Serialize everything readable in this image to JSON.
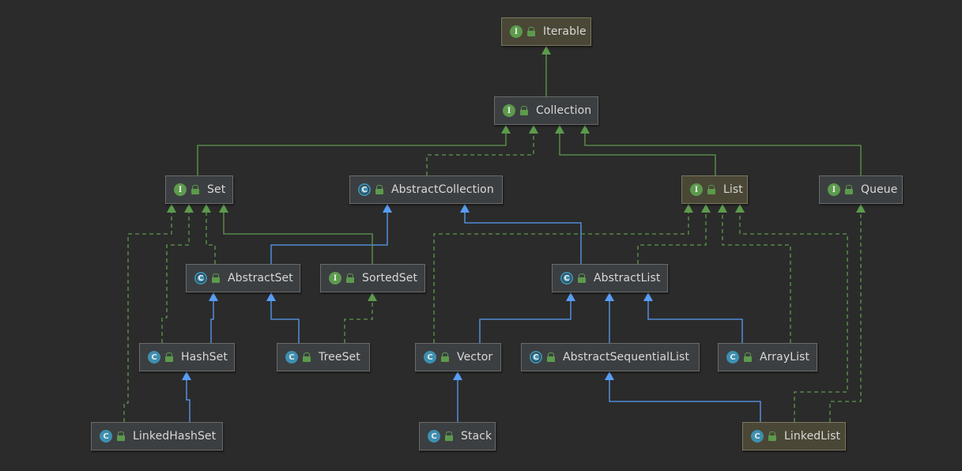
{
  "diagram": {
    "nodes": [
      {
        "id": "iterable",
        "name": "Iterable",
        "kind": "interface",
        "highlighted": true
      },
      {
        "id": "collection",
        "name": "Collection",
        "kind": "interface",
        "highlighted": false
      },
      {
        "id": "set",
        "name": "Set",
        "kind": "interface",
        "highlighted": false
      },
      {
        "id": "abstractcollection",
        "name": "AbstractCollection",
        "kind": "abstract",
        "highlighted": false
      },
      {
        "id": "list",
        "name": "List",
        "kind": "interface",
        "highlighted": true
      },
      {
        "id": "queue",
        "name": "Queue",
        "kind": "interface",
        "highlighted": false
      },
      {
        "id": "abstractset",
        "name": "AbstractSet",
        "kind": "abstract",
        "highlighted": false
      },
      {
        "id": "sortedset",
        "name": "SortedSet",
        "kind": "interface",
        "highlighted": false
      },
      {
        "id": "abstractlist",
        "name": "AbstractList",
        "kind": "abstract",
        "highlighted": false
      },
      {
        "id": "hashset",
        "name": "HashSet",
        "kind": "class",
        "highlighted": false
      },
      {
        "id": "treeset",
        "name": "TreeSet",
        "kind": "class",
        "highlighted": false
      },
      {
        "id": "vector",
        "name": "Vector",
        "kind": "class",
        "highlighted": false
      },
      {
        "id": "abstractsequentiallist",
        "name": "AbstractSequentialList",
        "kind": "abstract",
        "highlighted": false
      },
      {
        "id": "arraylist",
        "name": "ArrayList",
        "kind": "class",
        "highlighted": false
      },
      {
        "id": "linkedhashset",
        "name": "LinkedHashSet",
        "kind": "class",
        "highlighted": false
      },
      {
        "id": "stack",
        "name": "Stack",
        "kind": "class",
        "highlighted": false
      },
      {
        "id": "linkedlist",
        "name": "LinkedList",
        "kind": "class",
        "highlighted": true
      }
    ],
    "edges": [
      {
        "from": "collection",
        "to": "iterable",
        "type": "extends-interface"
      },
      {
        "from": "set",
        "to": "collection",
        "type": "extends-interface"
      },
      {
        "from": "abstractcollection",
        "to": "collection",
        "type": "implements"
      },
      {
        "from": "list",
        "to": "collection",
        "type": "extends-interface"
      },
      {
        "from": "queue",
        "to": "collection",
        "type": "extends-interface"
      },
      {
        "from": "abstractset",
        "to": "set",
        "type": "implements"
      },
      {
        "from": "abstractset",
        "to": "abstractcollection",
        "type": "extends-class"
      },
      {
        "from": "sortedset",
        "to": "set",
        "type": "extends-interface"
      },
      {
        "from": "abstractlist",
        "to": "list",
        "type": "implements"
      },
      {
        "from": "abstractlist",
        "to": "abstractcollection",
        "type": "extends-class"
      },
      {
        "from": "hashset",
        "to": "set",
        "type": "implements"
      },
      {
        "from": "hashset",
        "to": "abstractset",
        "type": "extends-class"
      },
      {
        "from": "treeset",
        "to": "abstractset",
        "type": "extends-class"
      },
      {
        "from": "treeset",
        "to": "sortedset",
        "type": "implements"
      },
      {
        "from": "vector",
        "to": "list",
        "type": "implements"
      },
      {
        "from": "vector",
        "to": "abstractlist",
        "type": "extends-class"
      },
      {
        "from": "abstractsequentiallist",
        "to": "abstractlist",
        "type": "extends-class"
      },
      {
        "from": "arraylist",
        "to": "abstractlist",
        "type": "extends-class"
      },
      {
        "from": "arraylist",
        "to": "list",
        "type": "implements"
      },
      {
        "from": "linkedhashset",
        "to": "set",
        "type": "implements"
      },
      {
        "from": "linkedhashset",
        "to": "hashset",
        "type": "extends-class"
      },
      {
        "from": "stack",
        "to": "vector",
        "type": "extends-class"
      },
      {
        "from": "linkedlist",
        "to": "abstractsequentiallist",
        "type": "extends-class"
      },
      {
        "from": "linkedlist",
        "to": "list",
        "type": "implements"
      },
      {
        "from": "linkedlist",
        "to": "queue",
        "type": "implements"
      }
    ]
  },
  "colors": {
    "background": "#2b2b2b",
    "node_fill": "#3c3f41",
    "node_fill_highlighted": "#4a4736",
    "interface_edge": "#5c9a4c",
    "class_edge": "#589df6",
    "text": "#d8d8d8"
  },
  "icons": {
    "interface": "interface-badge-icon",
    "class": "class-badge-icon",
    "abstract": "abstract-class-badge-icon",
    "visibility": "public-lock-icon"
  }
}
